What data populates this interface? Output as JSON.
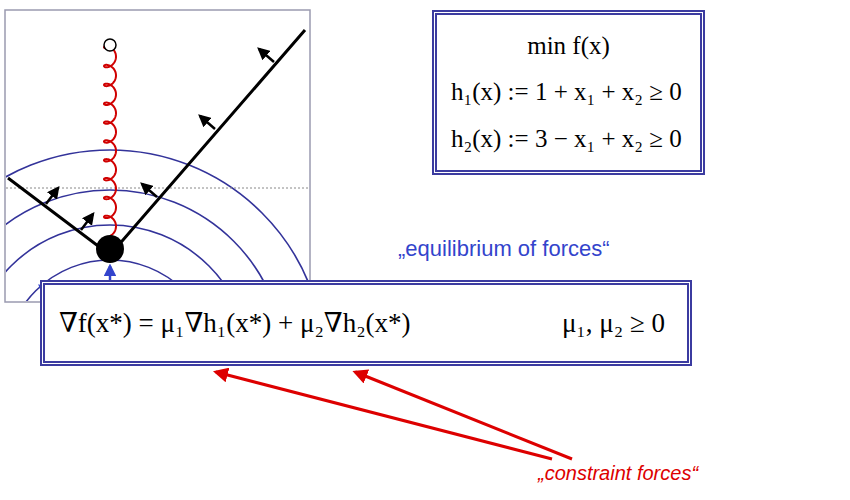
{
  "diagram": {
    "nodes": [
      {
        "text": [
          "min f(x)",
          "h₁(x) := 1 + x₁ + x₂ ≥ 0",
          "h₂(x) := 3 − x₁ + x₂ ≥ 0"
        ]
      },
      {
        "text": [
          "∇f(x*) = μ₁∇h₁(x*) + μ₂∇h₂(x*)",
          "μ₁, μ₂ ≥ 0"
        ]
      }
    ],
    "labels": [
      "„equilibrium of forces“",
      "„constraint forces“"
    ]
  }
}
